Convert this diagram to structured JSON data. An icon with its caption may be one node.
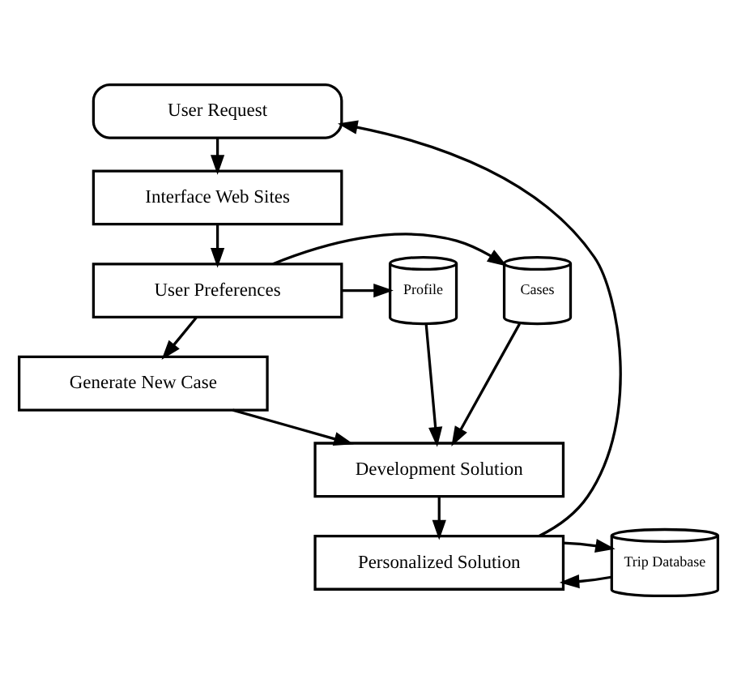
{
  "diagram": {
    "nodes": [
      {
        "text": [
          "User Request"
        ]
      },
      {
        "text": [
          "Interface Web Sites"
        ]
      },
      {
        "text": [
          "User Preferences"
        ]
      },
      {
        "text": [
          "Cases"
        ]
      },
      {
        "text": [
          "Profile"
        ]
      },
      {
        "text": [
          "Generate New Case"
        ]
      },
      {
        "text": [
          "Development Solution"
        ]
      },
      {
        "text": [
          "Trip Database"
        ]
      },
      {
        "text": [
          "Personalized Solution"
        ]
      }
    ],
    "edges": [
      {
        "from": 0,
        "to": 1,
        "arrow": "to"
      },
      {
        "from": 1,
        "to": 2,
        "arrow": "to"
      },
      {
        "from": 2,
        "to": 3,
        "arrow": "to"
      },
      {
        "from": 2,
        "to": 4,
        "arrow": "to"
      },
      {
        "from": 2,
        "to": 5,
        "arrow": "to"
      },
      {
        "from": 3,
        "to": 6,
        "arrow": "to"
      },
      {
        "from": 5,
        "to": 6,
        "arrow": "to"
      },
      {
        "from": 4,
        "to": 6,
        "arrow": "to"
      },
      {
        "from": 6,
        "to": 8,
        "arrow": "to"
      },
      {
        "from": 7,
        "to": 8,
        "arrow": "to"
      },
      {
        "from": 8,
        "to": 7,
        "arrow": "to"
      },
      {
        "from": 8,
        "to": 0,
        "arrow": "to"
      }
    ]
  }
}
